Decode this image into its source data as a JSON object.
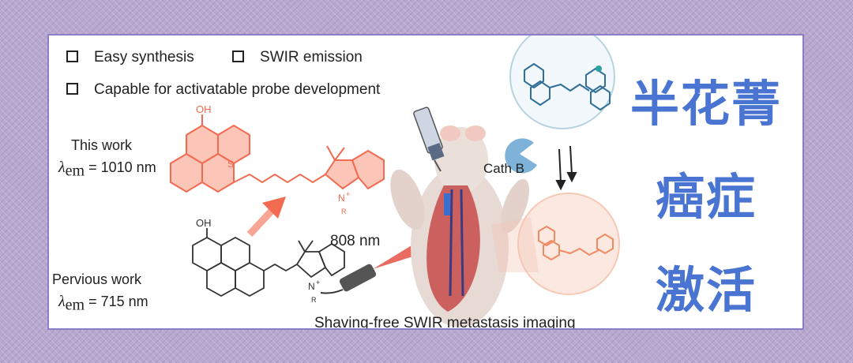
{
  "features": [
    "Easy synthesis",
    "SWIR emission",
    "Capable for activatable probe development"
  ],
  "this_work": {
    "label": "This work",
    "lambda_symbol": "λ",
    "lambda_sub": "em",
    "value": "= 1010 nm"
  },
  "previous_work": {
    "label": "Pervious work",
    "lambda_symbol": "λ",
    "lambda_sub": "em",
    "value": "= 715 nm"
  },
  "chem": {
    "oh_top": "OH",
    "oh_bottom": "OH",
    "s": "S",
    "n_plus": "N",
    "plus": "+",
    "r": "R"
  },
  "laser": "808 nm",
  "enzyme": "Cath B",
  "caption": "Shaving-free SWIR metastasis imaging",
  "title_lines": [
    "半花菁",
    "癌症",
    "激活"
  ],
  "colors": {
    "accent_blue": "#4a74d1",
    "probe_red": "#f26a50",
    "frame": "#8b7ec8"
  }
}
